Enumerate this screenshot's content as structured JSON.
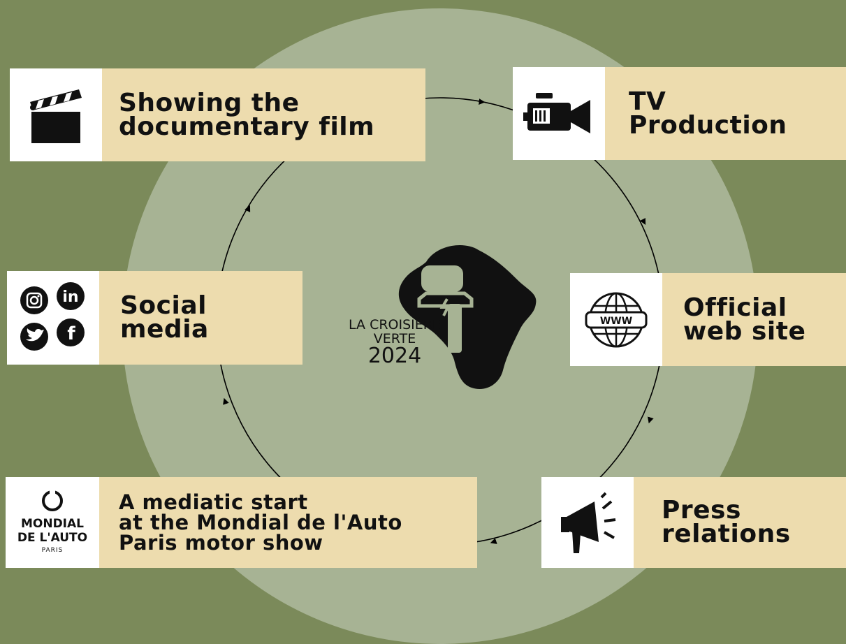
{
  "colors": {
    "background": "#7b8a5a",
    "circle": "#a7b394",
    "label_bg": "#eddcae",
    "icon_bg": "#ffffff",
    "ink": "#111111"
  },
  "center": {
    "line1": "LA CROISIÈRE",
    "line2": "VERTE",
    "line3": "2024",
    "icon": "africa-car-logo-icon"
  },
  "steps": [
    {
      "label": "Showing the\ndocumentary film",
      "icon": "clapperboard-icon"
    },
    {
      "label": "TV\nProduction",
      "icon": "video-camera-icon"
    },
    {
      "label": "Official\nweb site",
      "icon": "www-globe-icon"
    },
    {
      "label": "Press\nrelations",
      "icon": "megaphone-icon"
    },
    {
      "label": "A mediatic start\nat the Mondial de l'Auto\nParis motor show",
      "icon": "mondial-logo-icon"
    },
    {
      "label": "Social\nmedia",
      "icon": "social-icons"
    }
  ],
  "mondial_logo": {
    "line1": "MONDIAL",
    "line2": "DE L'AUTO",
    "line3": "PARIS"
  }
}
